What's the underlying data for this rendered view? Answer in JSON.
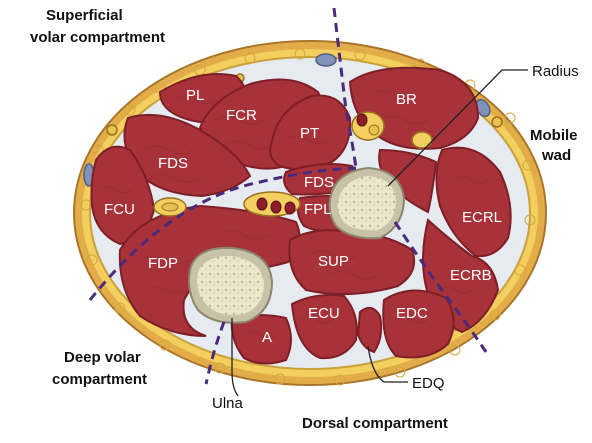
{
  "title": "",
  "colors": {
    "muscle": "#a8323a",
    "muscle_edge": "#7e1f27",
    "fascia": "#e5ebf0",
    "fat": "#f2cf5e",
    "skin": "#e2ad49",
    "bone_cortex": "#c8c2a8",
    "bone_marrow": "#ece6cc",
    "compartment_line": "#4a2a7a"
  },
  "compartments": {
    "superficial_volar_line1": "Superficial",
    "superficial_volar_line2": "volar compartment",
    "mobile_wad_line1": "Mobile",
    "mobile_wad_line2": "wad",
    "deep_volar_line1": "Deep volar",
    "deep_volar_line2": "compartment",
    "dorsal": "Dorsal compartment"
  },
  "muscles": {
    "pl": "PL",
    "fcr": "FCR",
    "br": "BR",
    "pt": "PT",
    "fds_superficial": "FDS",
    "fds_deep": "FDS",
    "fcu": "FCU",
    "fpl": "FPL",
    "fdp": "FDP",
    "sup": "SUP",
    "ecrl": "ECRL",
    "ecrb": "ECRB",
    "ecu": "ECU",
    "edc": "EDC",
    "a": "A"
  },
  "callouts": {
    "radius": "Radius",
    "ulna": "Ulna",
    "edq": "EDQ"
  }
}
